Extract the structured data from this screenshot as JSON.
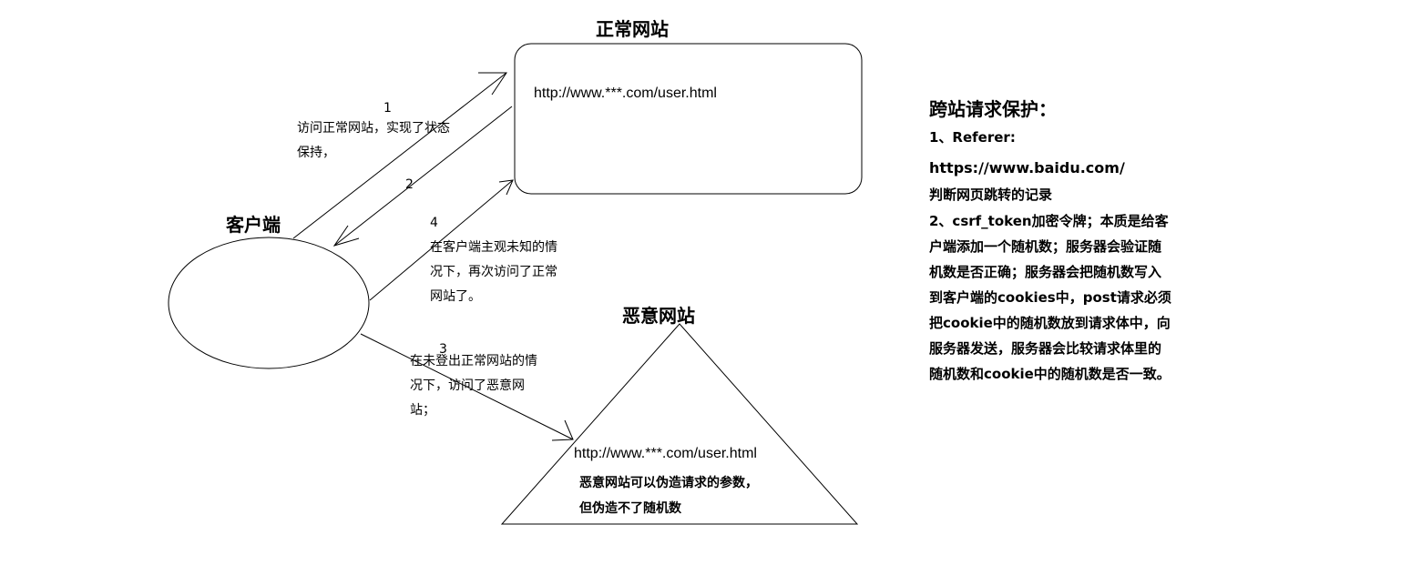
{
  "normal_site": {
    "title": "正常网站",
    "url": "http://www.***.com/user.html"
  },
  "client": {
    "label": "客户端"
  },
  "malicious_site": {
    "title": "恶意网站",
    "url": "http://www.***.com/user.html",
    "note_line1": "恶意网站可以伪造请求的参数，",
    "note_line2": "但伪造不了随机数"
  },
  "steps": {
    "s1_num": "1",
    "s1_line1": "访问正常网站，实现了状态",
    "s1_line2": "保持，",
    "s2_num": "2",
    "s3_num": "3",
    "s3_line1": "在未登出正常网站的情",
    "s3_line2": "况下，访问了恶意网",
    "s3_line3": "站；",
    "s4_num": "4",
    "s4_line1": "在客户端主观未知的情",
    "s4_line2": "况下，再次访问了正常",
    "s4_line3": "网站了。"
  },
  "explanation": {
    "heading": "跨站请求保护：",
    "item1": "1、Referer:",
    "item1_url": "https://www.baidu.com/",
    "item1_desc": "判断网页跳转的记录",
    "item2_line1": "2、csrf_token加密令牌；本质是给客",
    "item2_line2": "户端添加一个随机数；服务器会验证随",
    "item2_line3": "机数是否正确；服务器会把随机数写入",
    "item2_line4": "到客户端的cookies中，post请求必须",
    "item2_line5": "把cookie中的随机数放到请求体中，向",
    "item2_line6": "服务器发送，服务器会比较请求体里的",
    "item2_line7": "随机数和cookie中的随机数是否一致。"
  }
}
